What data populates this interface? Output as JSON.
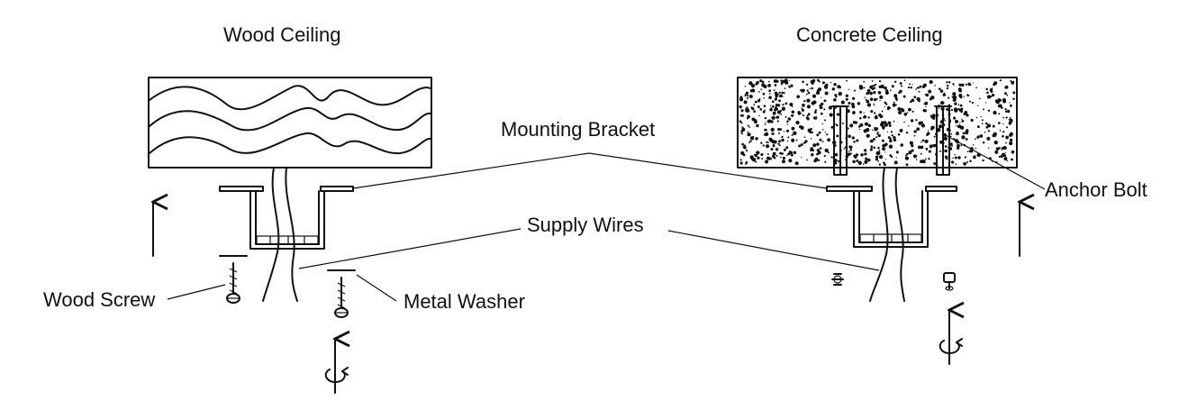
{
  "headings": {
    "wood": "Wood Ceiling",
    "concrete": "Concrete Ceiling"
  },
  "callouts": {
    "mounting_bracket": "Mounting Bracket",
    "supply_wires": "Supply Wires",
    "anchor_bolt": "Anchor Bolt",
    "wood_screw": "Wood Screw",
    "metal_washer": "Metal Washer"
  },
  "colors": {
    "ink": "#111111",
    "paper": "#ffffff"
  }
}
